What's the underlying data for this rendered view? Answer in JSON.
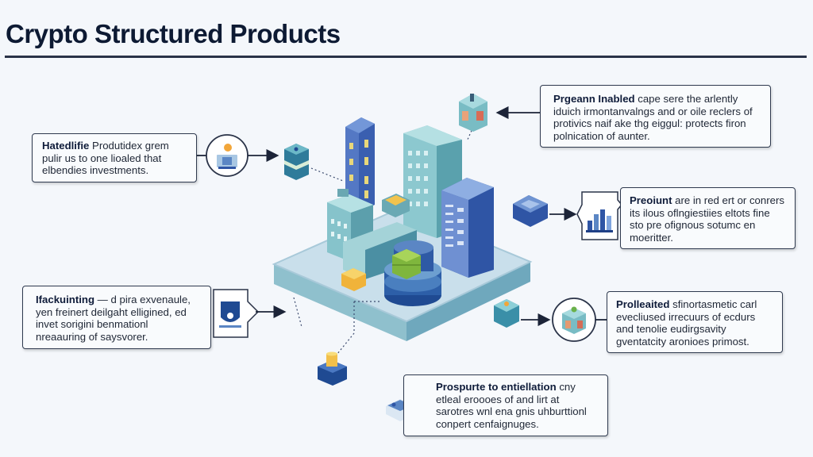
{
  "title": "Crypto Structured Products",
  "callouts": [
    {
      "id": "top-left",
      "lead": "Hatedlifie",
      "text": " Produtidex grem pulir us to one lioaled that elbendies investments."
    },
    {
      "id": "top-right",
      "lead": "Prgeann Inabled",
      "text": " cape sere the arlently iduich irmontanvalngs and or oile reclers of protivics naif ake thg eiggul: protects firon polnication of aunter."
    },
    {
      "id": "mid-right",
      "lead": "Preoiunt",
      "text": " are in red ert or conrers its ilous oflngiestiies eltots fine sto pre ofignous sotumc en moeritter."
    },
    {
      "id": "mid-left",
      "lead": "Ifackuinting",
      "text": " — d pira exvenaule, yen freinert deilgaht elligined, ed invet sorigini benmationl nreaauring of saysvorer."
    },
    {
      "id": "lower-right",
      "lead": "Prolleaited",
      "text": " sfinortasmetic carl evecliused irrecuurs of ecdurs and tenolie eudirgsavity gventatcity aronioes primost."
    },
    {
      "id": "bottom",
      "lead": "Prospurte to entiellation",
      "text": " cny etleal eroooes of and lirt at sarotres wnl ena gnis uhburttionl conpert cenfaignuges."
    }
  ],
  "icons": {
    "platform": "isometric-city-platform",
    "tokens": [
      "coin-stack-icon",
      "cheese-token-icon",
      "green-token-icon",
      "shield-badge-icon",
      "bar-chart-icon",
      "tablet-cube-icon"
    ]
  },
  "colors": {
    "background": "#f4f7fb",
    "title": "#0d1a33",
    "border": "#2f3a4f",
    "teal": "#7cc0c6",
    "blue": "#3d64ae",
    "dark_blue": "#1f3f86",
    "platform": "#b5d3e3",
    "gold": "#f2c04a",
    "green": "#8cc34b"
  }
}
